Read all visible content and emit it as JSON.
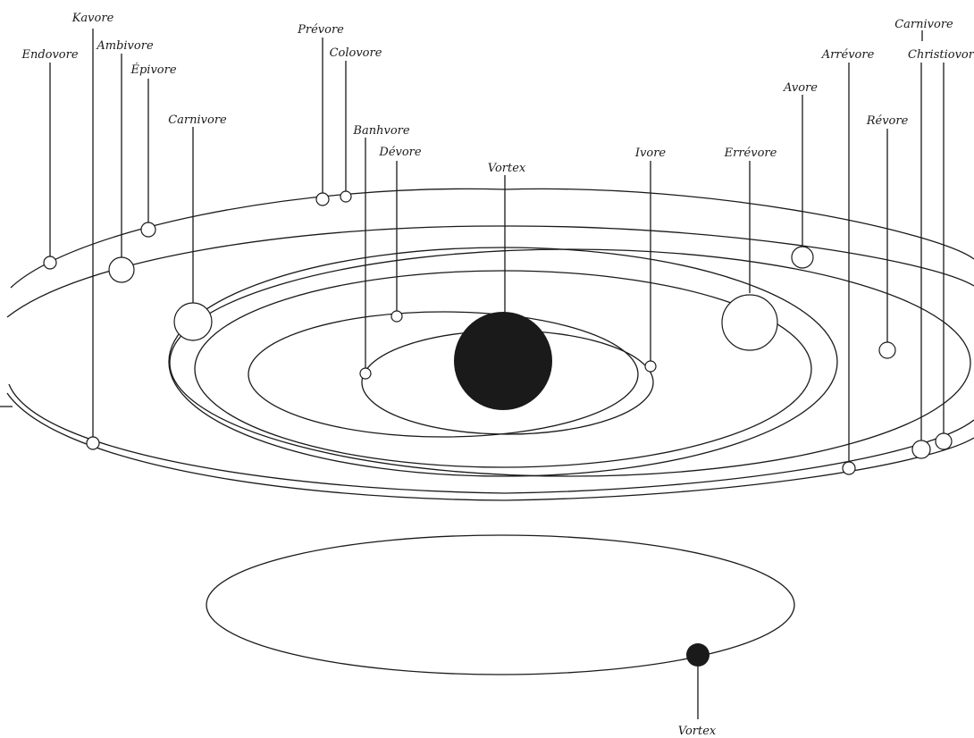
{
  "diagram": {
    "labels": {
      "kavore": "Kavore",
      "endovore": "Endovore",
      "ambivore": "Ambivore",
      "epivore": "Épivore",
      "carnivore_left": "Carnivore",
      "prevore": "Prévore",
      "colovore": "Colovore",
      "banhvore": "Banhvore",
      "devore": "Dévore",
      "vortex_top": "Vortex",
      "ivore": "Ivore",
      "errevore": "Errévore",
      "avore": "Avore",
      "revore": "Révore",
      "arrevore": "Arrévore",
      "carnivore_right": "Carnivore",
      "christiovore": "Christiovore",
      "vortex_bottom": "Vortex"
    },
    "colors": {
      "ink": "#1a1a1a",
      "background": "#ffffff"
    }
  }
}
